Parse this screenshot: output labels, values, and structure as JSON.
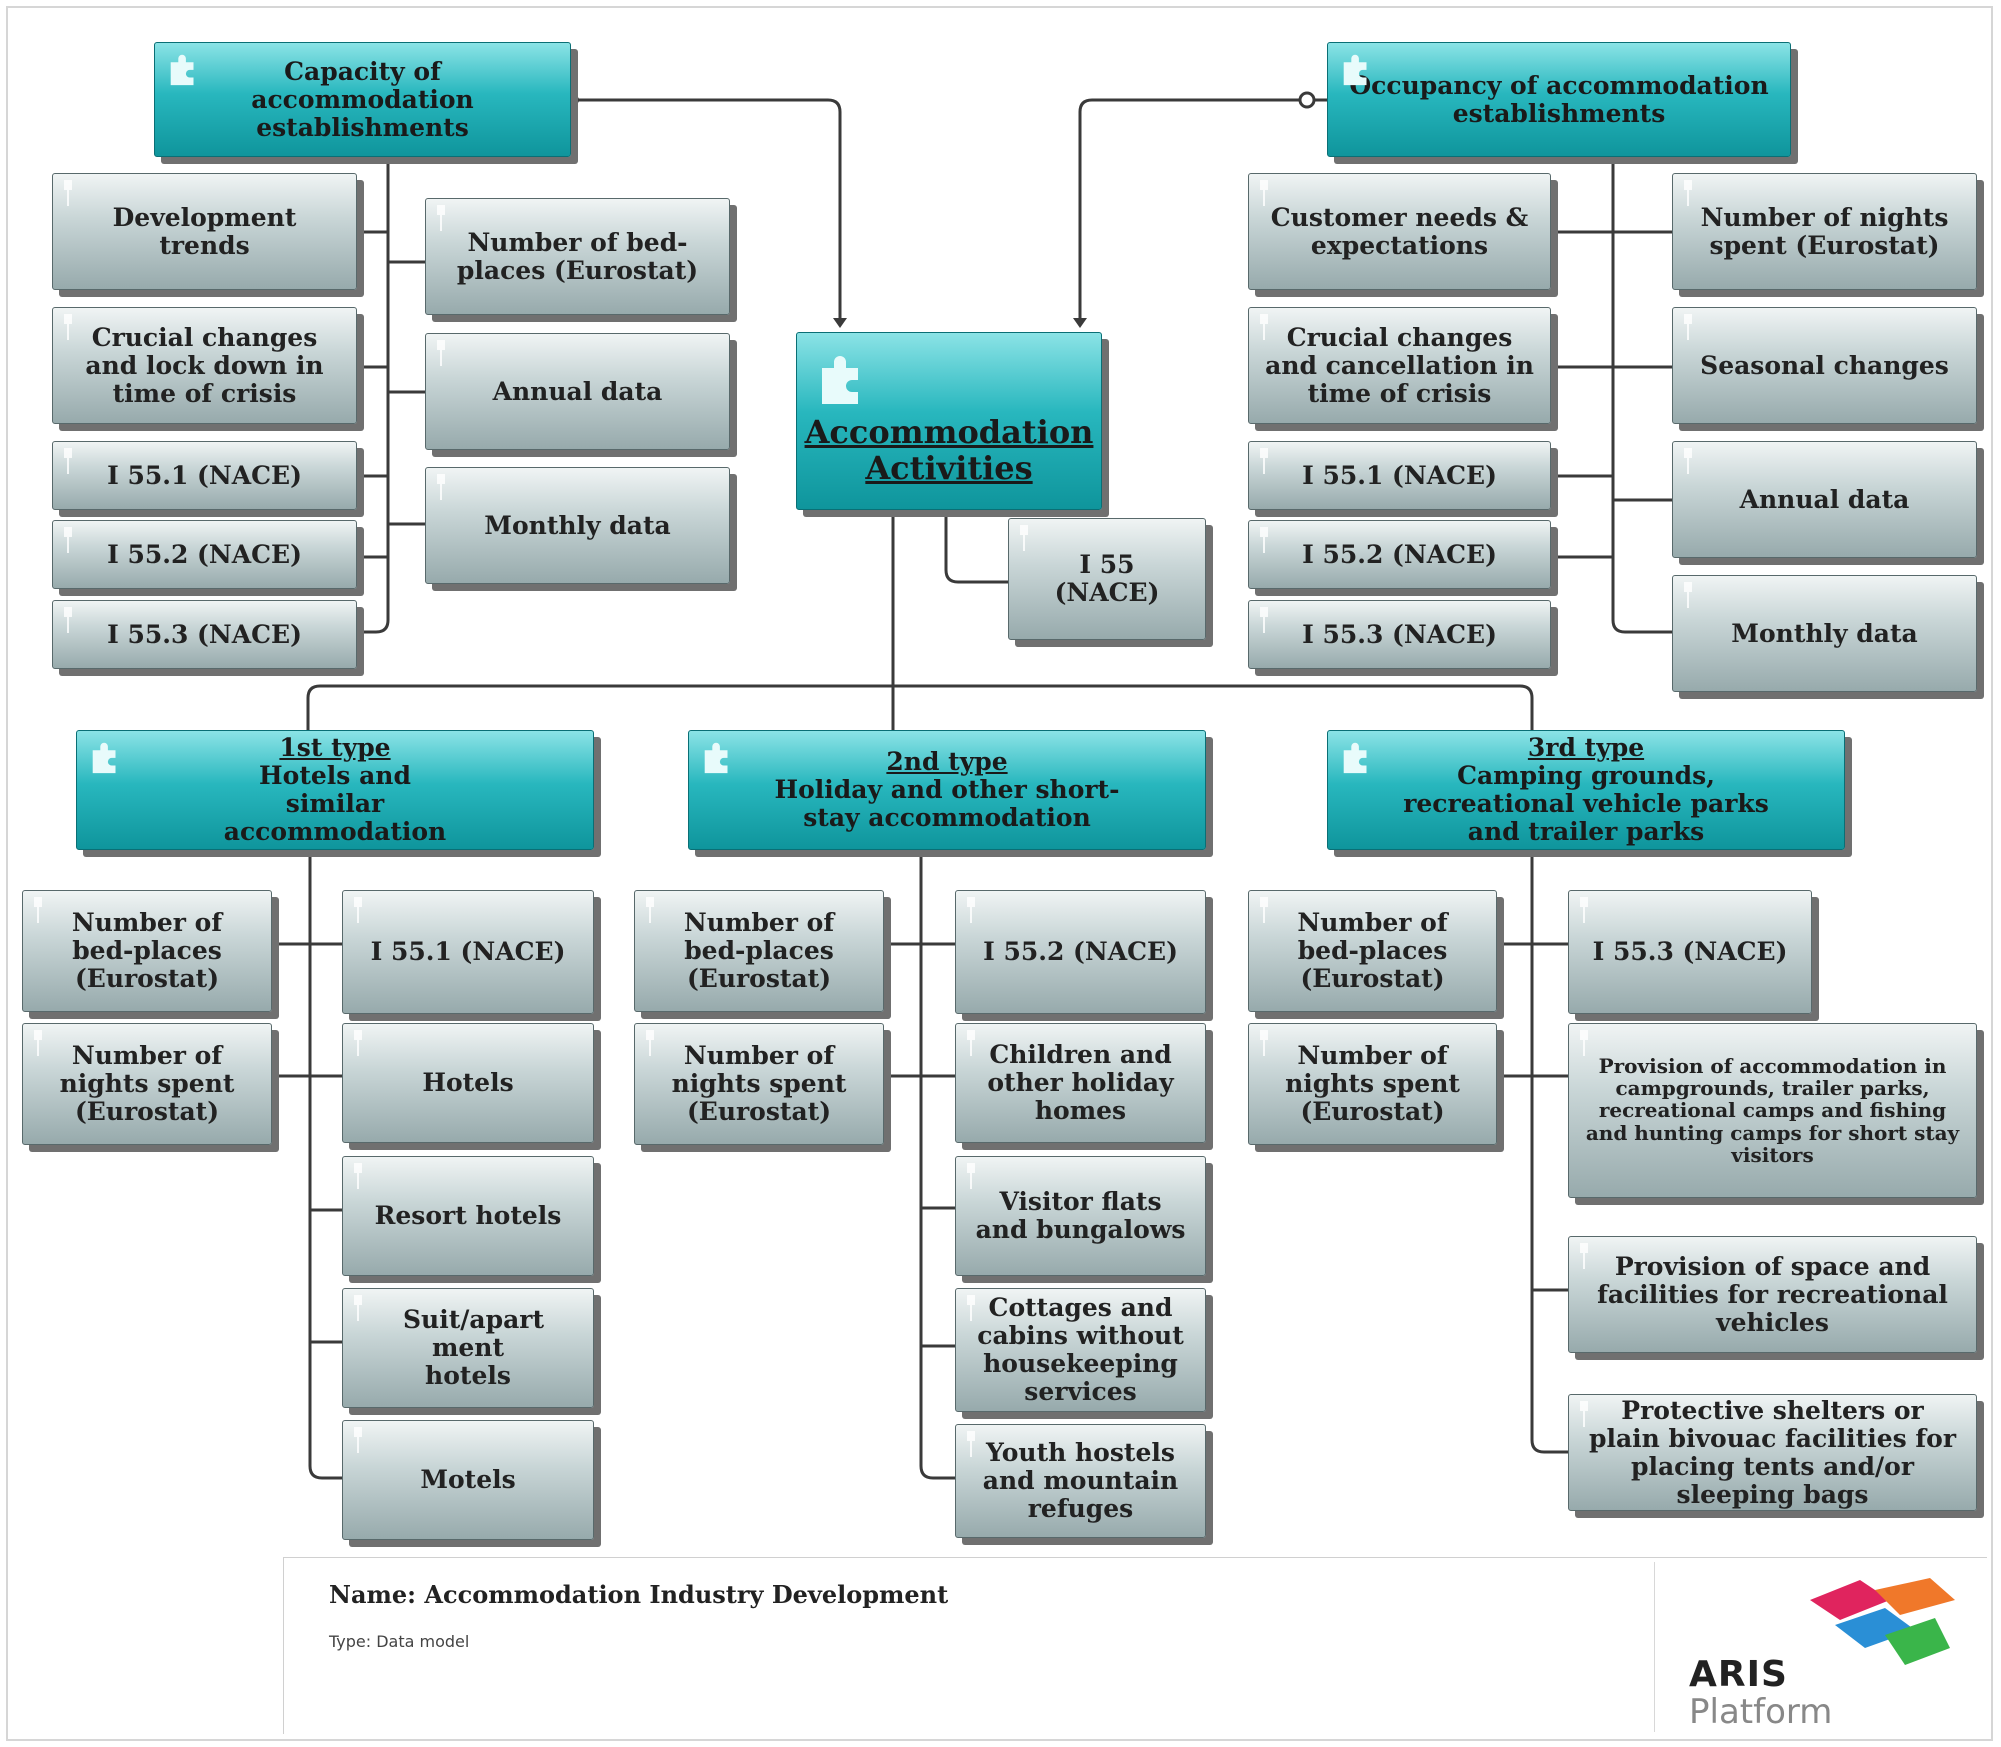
{
  "diagram": {
    "entities": {
      "capacity": "Capacity of accommodation establishments",
      "occupancy": "Occupancy of accommodation establishments",
      "main": "Accommodation Activities",
      "type1": {
        "title": "1st type",
        "subtitle": "Hotels and similar accommodation"
      },
      "type2": {
        "title": "2nd type",
        "subtitle": "Holiday and other short-stay accommodation"
      },
      "type3": {
        "title": "3rd type",
        "subtitle": "Camping grounds, recreational vehicle parks and trailer parks"
      }
    },
    "capacity_left": [
      "Development trends",
      "Crucial changes and lock down in time of crisis",
      "I 55.1 (NACE)",
      "I 55.2 (NACE)",
      "I 55.3 (NACE)"
    ],
    "capacity_right": [
      "Number of bed-places (Eurostat)",
      "Annual data",
      "Monthly data"
    ],
    "main_attr": "I 55 (NACE)",
    "occupancy_left": [
      "Customer needs & expectations",
      "Crucial changes and cancellation in time of crisis",
      "I 55.1 (NACE)",
      "I 55.2 (NACE)",
      "I 55.3 (NACE)"
    ],
    "occupancy_right": [
      "Number of nights spent (Eurostat)",
      "Seasonal changes",
      "Annual data",
      "Monthly data"
    ],
    "type1_left": [
      "Number of bed-places (Eurostat)",
      "Number of nights spent (Eurostat)"
    ],
    "type1_right": [
      "I 55.1 (NACE)",
      "Hotels",
      "Resort hotels",
      "Suit/apart ment hotels",
      "Motels"
    ],
    "type2_left": [
      "Number of bed-places (Eurostat)",
      "Number of nights spent (Eurostat)"
    ],
    "type2_right": [
      "I 55.2 (NACE)",
      "Children and other holiday homes",
      "Visitor flats and bungalows",
      "Cottages and cabins without housekeeping services",
      "Youth hostels and mountain refuges"
    ],
    "type3_left": [
      "Number of bed-places (Eurostat)",
      "Number of nights spent (Eurostat)"
    ],
    "type3_right": [
      "I 55.3 (NACE)",
      "Provision of accommodation in campgrounds, trailer parks, recreational camps and fishing and hunting camps for short stay visitors",
      "Provision of space and facilities for recreational vehicles",
      "Protective shelters or plain bivouac facilities for placing tents and/or sleeping bags"
    ]
  },
  "footer": {
    "name": "Name: Accommodation Industry Development",
    "type": "Type: Data model"
  },
  "logo": {
    "line1": "ARIS",
    "line2": "Platform"
  }
}
